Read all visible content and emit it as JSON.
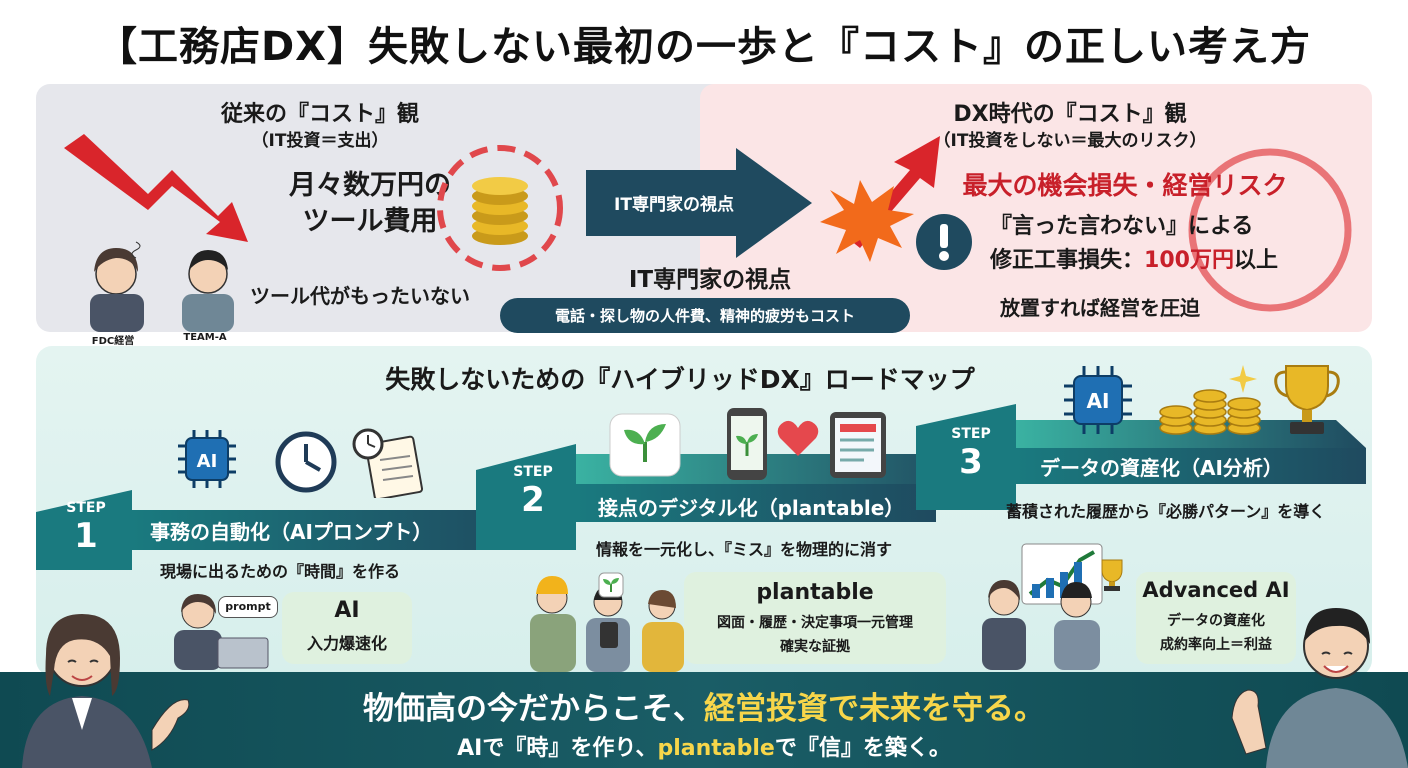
{
  "title": "【工務店DX】失敗しない最初の一歩と『コスト』の正しい考え方",
  "colors": {
    "dark_teal": "#1f4a5f",
    "red": "#c8202a",
    "yellow": "#f7d64a",
    "plant_green": "#4caf50"
  },
  "left_panel": {
    "heading": "従来の『コスト』観",
    "subheading": "（IT投資＝支出）",
    "big_line1": "月々数万円の",
    "big_line2": "ツール費用",
    "caption": "ツール代がもったいない",
    "person1_label": "FDC経営",
    "person2_label": "TEAM-A"
  },
  "middle": {
    "arrow_label": "IT専門家の視点",
    "heading": "IT専門家の視点",
    "pill": "電話・探し物の人件費、精神的疲労もコスト"
  },
  "right_panel": {
    "heading": "DX時代の『コスト』観",
    "subheading": "（IT投資をしない＝最大のリスク）",
    "risk": "最大の機会損失・経営リスク",
    "line1": "『言った言わない』による",
    "line2_prefix": "修正工事損失：",
    "line2_amount": "100万円",
    "line2_suffix": "以上",
    "line3": "放置すれば経営を圧迫"
  },
  "roadmap": {
    "title": "失敗しないための『ハイブリッドDX』ロードマップ",
    "steps": [
      {
        "step": "STEP",
        "num": "1",
        "title": "事務の自動化（AIプロンプト）",
        "desc": "現場に出るための『時間』を作る",
        "bubble_title": "AI",
        "bubble_body": "入力爆速化",
        "speech": "prompt"
      },
      {
        "step": "STEP",
        "num": "2",
        "title": "接点のデジタル化（plantable）",
        "desc": "情報を一元化し、『ミス』を物理的に消す",
        "bubble_title": "plantable",
        "bubble_body1": "図面・履歴・決定事項一元管理",
        "bubble_body2": "確実な証拠"
      },
      {
        "step": "STEP",
        "num": "3",
        "title": "データの資産化（AI分析）",
        "desc": "蓄積された履歴から『必勝パターン』を導く",
        "bubble_title": "Advanced AI",
        "bubble_body1": "データの資産化",
        "bubble_body2": "成約率向上＝利益"
      }
    ],
    "icons": [
      "ai-chip-icon",
      "clock-icon",
      "document-clock-icon",
      "sprout-icon",
      "smartphone-icon",
      "heart-icon",
      "tablet-icon",
      "coins-icon",
      "trophy-icon"
    ]
  },
  "footer": {
    "line1_prefix": "物価高の今だからこそ、",
    "line1_highlight": "経営投資で未来を守る。",
    "line2_p1": "AIで『時』を作り、",
    "line2_highlight": "plantable",
    "line2_p2": "で『信』を築く。"
  }
}
